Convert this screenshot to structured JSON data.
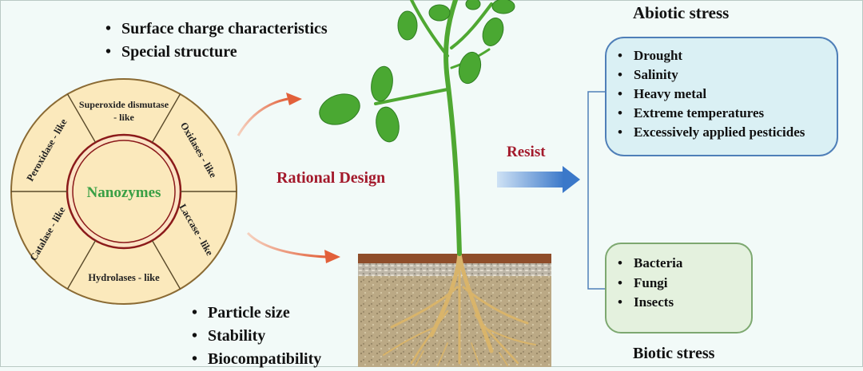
{
  "nanozymes": {
    "center": "Nanozymes",
    "sectors": [
      "Superoxide dismutase",
      "- like",
      "Oxidases - like",
      "Laccase - like",
      "Hydrolases - like",
      "Catalase - like",
      "Peroxidase - like"
    ]
  },
  "top_properties": [
    "Surface charge characteristics",
    "Special structure"
  ],
  "bottom_properties": [
    "Particle size",
    "Stability",
    "Biocompatibility"
  ],
  "rational_design": "Rational Design",
  "resist": "Resist",
  "abiotic": {
    "title": "Abiotic stress",
    "items": [
      "Drought",
      "Salinity",
      "Heavy metal",
      "Extreme temperatures",
      "Excessively applied pesticides"
    ]
  },
  "biotic": {
    "title": "Biotic  stress",
    "items": [
      "Bacteria",
      "Fungi",
      "Insects"
    ]
  },
  "colors": {
    "circle_fill": "#fbe9bc",
    "circle_ring": "#8b1a1a",
    "nanozymes_text": "#3aa045",
    "design_text": "#a3192b",
    "leaf": "#4aa832",
    "soil": "#b8a683"
  }
}
